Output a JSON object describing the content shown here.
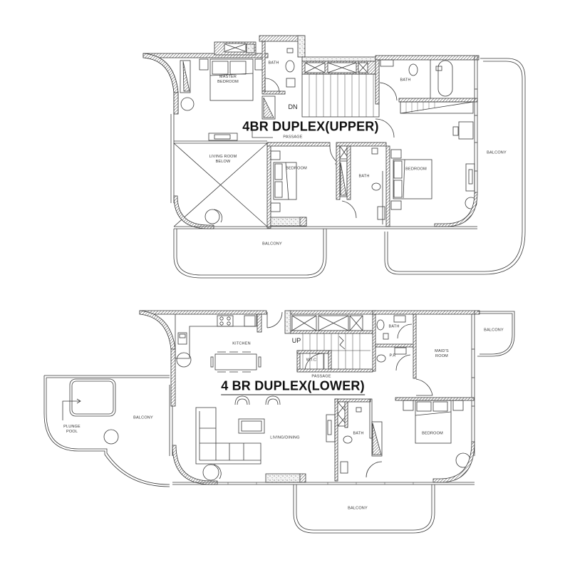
{
  "upper": {
    "title": "4BR DUPLEX(UPPER)",
    "stair_label": "DN",
    "rooms": {
      "master_bedroom": "MASTER\nBEDROOM",
      "bath_master": "BATH",
      "bath_ensuite": "BATH",
      "passage": "PASSAGE",
      "living_below": "LIVING ROOM\nBELOW",
      "bedroom_2": "BEDROOM",
      "bath_shared": "BATH",
      "bedroom_3": "BEDROOM",
      "balcony_right": "BALCONY",
      "balcony_bottom": "BALCONY"
    }
  },
  "lower": {
    "title": "4 BR DUPLEX(LOWER)",
    "stair_label": "UP",
    "rooms": {
      "kitchen": "KITCHEN",
      "wic": "W.I.C",
      "passage": "PASSAGE",
      "bath_maid": "BATH",
      "powder_room": "P.R",
      "maids_room": "MAID'S\nROOM",
      "balcony_top_right": "BALCONY",
      "plunge_pool": "PLUNGE\nPOOL",
      "balcony_left": "BALCONY",
      "living_dining": "LIVING/DINING",
      "bath_lower": "BATH",
      "bedroom_lower": "BEDROOM",
      "balcony_bottom": "BALCONY"
    }
  },
  "colors": {
    "line": "#3a3a3a",
    "hatch": "#555555",
    "background": "#ffffff"
  }
}
